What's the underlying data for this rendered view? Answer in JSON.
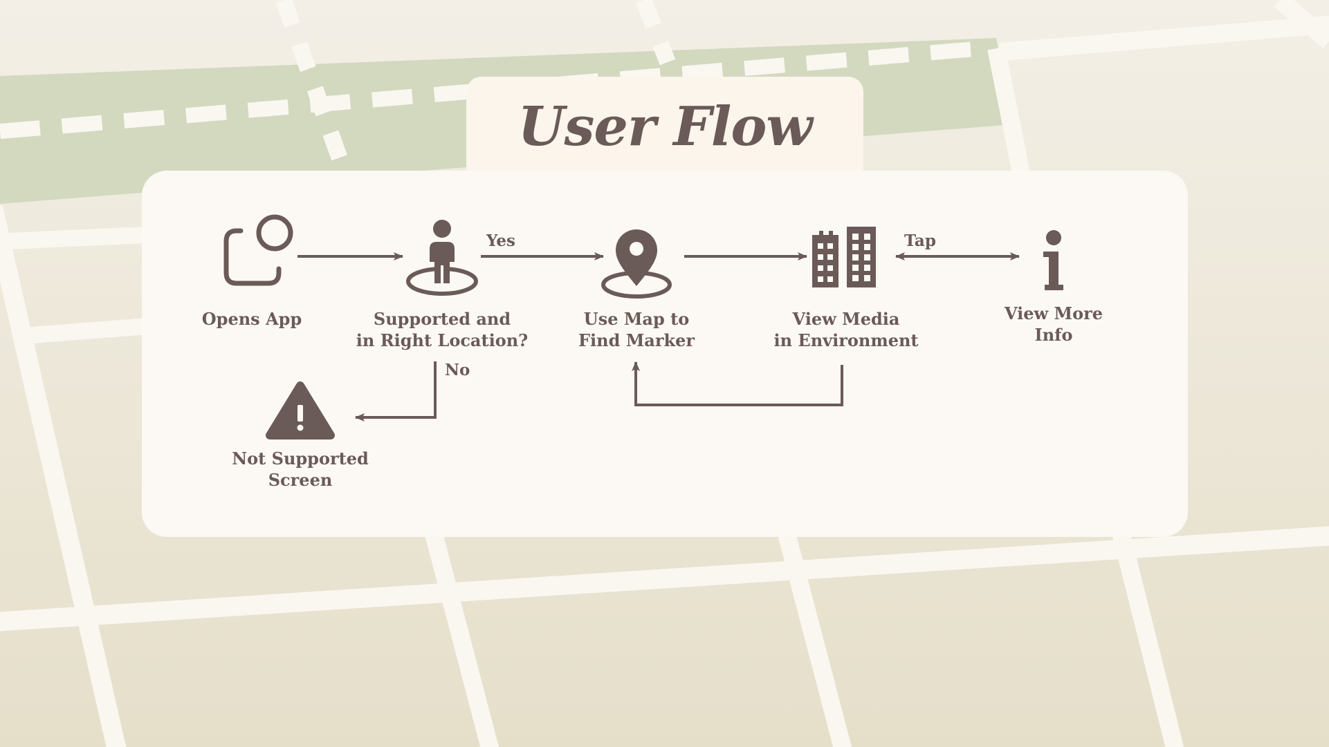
{
  "title": "User Flow",
  "colors": {
    "ink": "#6a5a58",
    "panel": "#fcf9f4",
    "title_tab": "#fbf5ec",
    "map_base": "#ebe5d4",
    "map_park": "#d2d9bf",
    "map_road": "#faf7f1"
  },
  "nodes": {
    "opens_app": {
      "icon": "app-icon",
      "label_line1": "Opens App"
    },
    "supported": {
      "icon": "person-location-icon",
      "label_line1": "Supported and",
      "label_line2": "in Right Location?"
    },
    "use_map": {
      "icon": "map-pin-icon",
      "label_line1": "Use Map to",
      "label_line2": "Find Marker"
    },
    "view_media": {
      "icon": "buildings-icon",
      "label_line1": "View Media",
      "label_line2": "in Environment"
    },
    "view_info": {
      "icon": "info-icon",
      "label_line1": "View More",
      "label_line2": "Info"
    },
    "not_supported": {
      "icon": "warning-icon",
      "label_line1": "Not Supported",
      "label_line2": "Screen"
    }
  },
  "edges": {
    "yes": "Yes",
    "tap": "Tap",
    "no": "No"
  }
}
